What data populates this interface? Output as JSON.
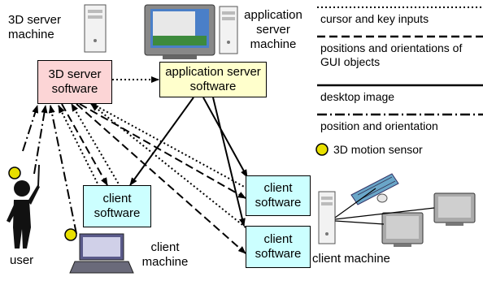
{
  "nodes": {
    "server3d_machine": "3D server machine",
    "app_machine": "application server machine",
    "server3d_software": "3D server software",
    "app_software": "application server software",
    "client_left": "client software",
    "client_right_top": "client software",
    "client_right_bottom": "client software",
    "user": "user",
    "client_machine_laptop": "client machine",
    "client_machine_right": "client machine"
  },
  "legend": {
    "cursor": "cursor and key inputs",
    "gui": "positions and orientations of GUI objects",
    "desktop": "desktop image",
    "pose": "position and orientation",
    "sensor": "3D motion sensor"
  },
  "colors": {
    "server3d_fill": "#fcd5d6",
    "app_fill": "#ffffcc",
    "client_fill": "#ccffff",
    "sensor_fill": "#e8e000"
  },
  "icons": [
    "tower-pc-icon",
    "monitor-icon",
    "laptop-icon",
    "keyboard-icon",
    "mouse-icon",
    "user-figure-icon",
    "sensor-dot-icon"
  ]
}
